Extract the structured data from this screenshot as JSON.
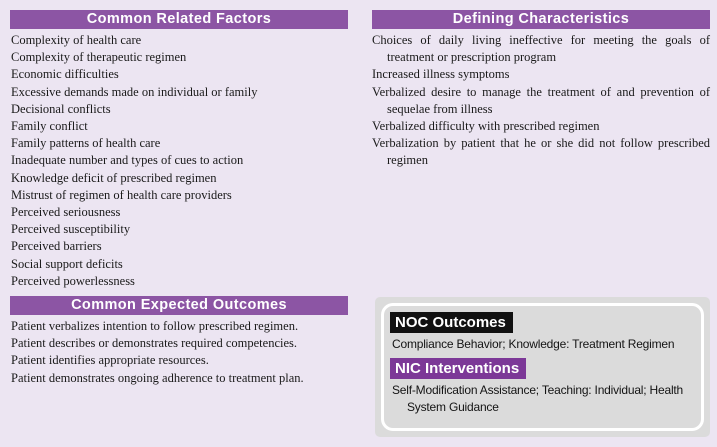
{
  "colors": {
    "page_bg": "#ECE5F2",
    "header_purple": "#8C55A4",
    "nic_purple": "#7C3897",
    "noc_black": "#111111",
    "box_gray": "#DBDBDB",
    "text_color": "#1A1A1A"
  },
  "left_column": {
    "related_factors": {
      "title": "Common Related Factors",
      "items": [
        "Complexity of health care",
        "Complexity of therapeutic regimen",
        "Economic difficulties",
        "Excessive demands made on individual or family",
        "Decisional conflicts",
        "Family conflict",
        "Family patterns of health care",
        "Inadequate number and types of cues to action",
        "Knowledge deficit of prescribed regimen",
        "Mistrust of regimen of health care providers",
        "Perceived seriousness",
        "Perceived susceptibility",
        "Perceived barriers",
        "Social support deficits",
        "Perceived powerlessness"
      ]
    },
    "expected_outcomes": {
      "title": "Common Expected Outcomes",
      "items": [
        "Patient verbalizes intention to follow prescribed regimen.",
        "Patient describes or demonstrates required competencies.",
        "Patient identifies appropriate resources.",
        "Patient demonstrates ongoing adherence to treatment plan."
      ]
    }
  },
  "right_column": {
    "defining_characteristics": {
      "title": "Defining Characteristics",
      "items": [
        "Choices of daily living ineffective for meeting the goals of treatment or prescription program",
        "Increased illness symptoms",
        "Verbalized desire to manage the treatment of and prevention of sequelae from illness",
        "Verbalized difficulty with prescribed regimen",
        "Verbalization by patient that he or she did not follow prescribed regimen"
      ]
    },
    "noc_nic_box": {
      "noc_label": "NOC Outcomes",
      "noc_text": "Compliance Behavior; Knowledge: Treatment Regimen",
      "nic_label": "NIC Interventions",
      "nic_text": "Self-Modification Assistance; Teaching: Individual; Health System Guidance"
    }
  }
}
